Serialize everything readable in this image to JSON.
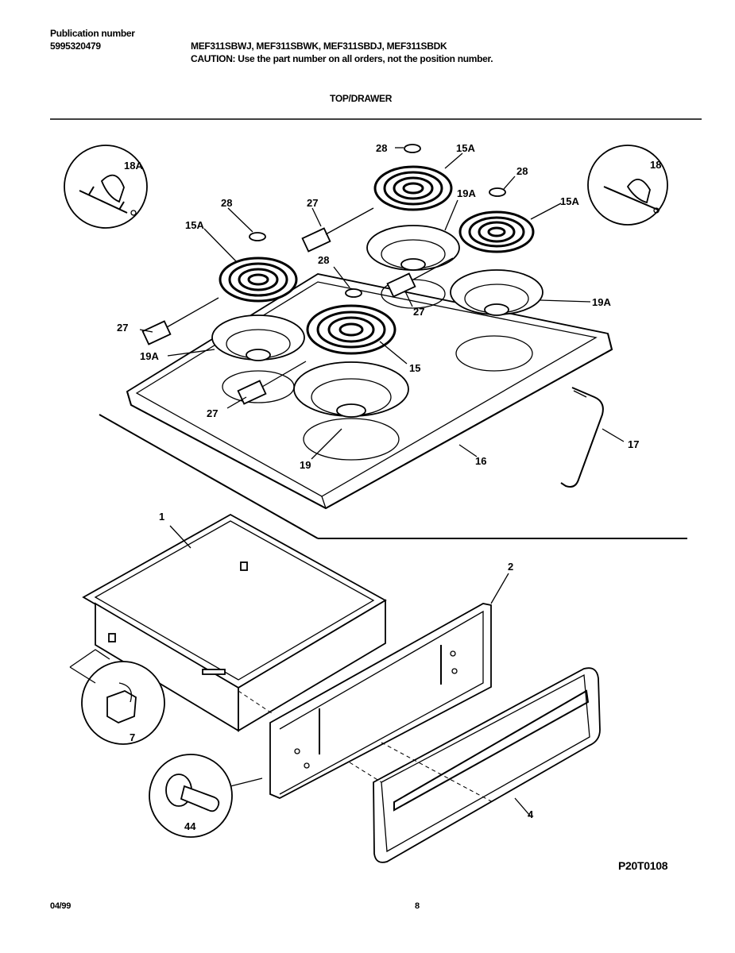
{
  "header": {
    "publication_label": "Publication number",
    "publication_number": "5995320479",
    "models": "MEF311SBWJ, MEF311SBWK, MEF311SBDJ, MEF311SBDK",
    "caution": "CAUTION:  Use the part number on all orders, not the position number.",
    "section_title": "TOP/DRAWER"
  },
  "callouts": {
    "c18A": "18A",
    "c18": "18",
    "c28a": "28",
    "c28b": "28",
    "c28c": "28",
    "c28d": "28",
    "c15Aa": "15A",
    "c15Ab": "15A",
    "c15Ac": "15A",
    "c27a": "27",
    "c27b": "27",
    "c27c": "27",
    "c27d": "27",
    "c19Aa": "19A",
    "c19Ab": "19A",
    "c19Ac": "19A",
    "c15": "15",
    "c19": "19",
    "c16": "16",
    "c17": "17",
    "c1": "1",
    "c2": "2",
    "c4": "4",
    "c7": "7",
    "c44": "44"
  },
  "footer": {
    "diagram_code": "P20T0108",
    "date": "04/99",
    "page_number": "8"
  }
}
